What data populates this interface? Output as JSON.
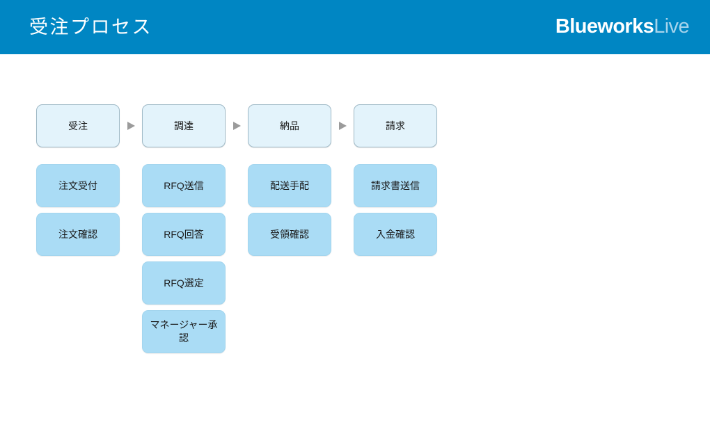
{
  "header": {
    "title": "受注プロセス",
    "brand_primary": "Blueworks",
    "brand_secondary": "Live",
    "background_color": "#0086c3",
    "title_color": "#ffffff",
    "brand_secondary_color": "#a7d4ec"
  },
  "colors": {
    "milestone_fill": "#e3f3fb",
    "milestone_border": "#9fb9c6",
    "activity_fill": "#aadcf5",
    "arrow": "#9b9b9b",
    "canvas": "#ffffff",
    "text": "#1a1a1a"
  },
  "process_map": {
    "arrow_glyph": "▶",
    "columns": [
      {
        "milestone": "受注",
        "activities": [
          "注文受付",
          "注文確認"
        ]
      },
      {
        "milestone": "調達",
        "activities": [
          "RFQ送信",
          "RFQ回答",
          "RFQ選定",
          "マネージャー承認"
        ]
      },
      {
        "milestone": "納品",
        "activities": [
          "配送手配",
          "受領確認"
        ]
      },
      {
        "milestone": "請求",
        "activities": [
          "請求書送信",
          "入金確認"
        ]
      }
    ]
  }
}
